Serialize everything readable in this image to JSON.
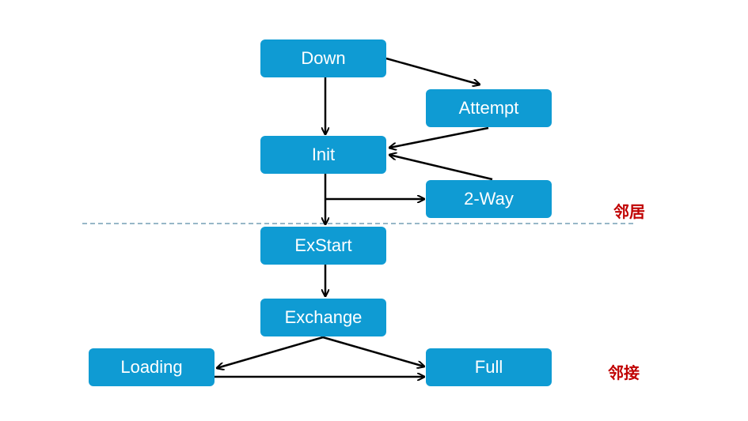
{
  "diagram": {
    "states": {
      "down": "Down",
      "attempt": "Attempt",
      "init": "Init",
      "two_way": "2-Way",
      "exstart": "ExStart",
      "exchange": "Exchange",
      "loading": "Loading",
      "full": "Full"
    },
    "labels": {
      "neighbor": "邻居",
      "adjacency": "邻接"
    },
    "colors": {
      "node_fill": "#0f9bd3",
      "node_text": "#ffffff",
      "label": "#c00000",
      "divider": "#2f6f8f"
    },
    "transitions": [
      [
        "down",
        "attempt"
      ],
      [
        "down",
        "init"
      ],
      [
        "attempt",
        "init"
      ],
      [
        "two_way",
        "init"
      ],
      [
        "init",
        "two_way"
      ],
      [
        "init",
        "exstart"
      ],
      [
        "exstart",
        "exchange"
      ],
      [
        "exchange",
        "loading"
      ],
      [
        "exchange",
        "full"
      ],
      [
        "loading",
        "full"
      ]
    ]
  }
}
